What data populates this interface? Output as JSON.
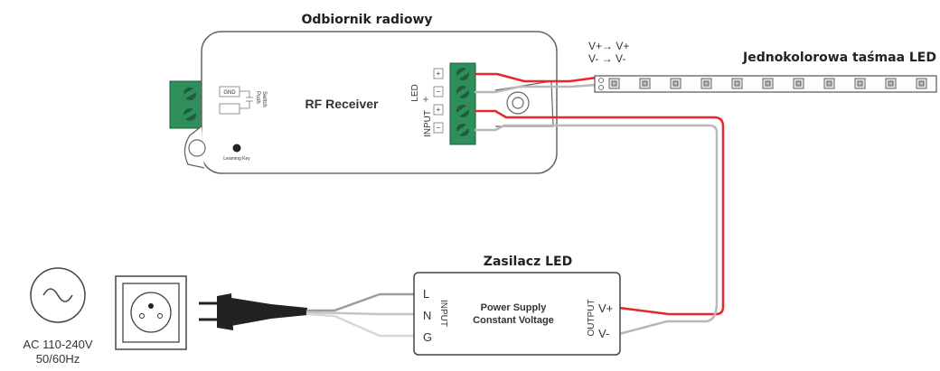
{
  "receiver": {
    "title": "Odbiornik radiowy",
    "device_label": "RF Receiver",
    "led_port": "LED",
    "input_port": "INPUT",
    "gnd": "GND",
    "push_switch_line1": "Push",
    "push_switch_line2": "Switch",
    "learning_key": "Learning Key"
  },
  "strip": {
    "title": "Jednokolorowa taśmaa LED",
    "mapping_pos": "V+→ V+",
    "mapping_neg": "V- → V-"
  },
  "psu": {
    "title": "Zasilacz LED",
    "line1": "Power Supply",
    "line2": "Constant Voltage",
    "input_label": "INPUT",
    "output_label": "OUTPUT",
    "terminal_l": "L",
    "terminal_n": "N",
    "terminal_g": "G",
    "out_pos": "V+",
    "out_neg": "V-"
  },
  "mains": {
    "voltage": "AC 110-240V",
    "frequency": "50/60Hz"
  },
  "colors": {
    "positive_wire": "#e8262d",
    "negative_wire": "#b8b8b8",
    "terminal_green": "#2f8f5b",
    "outline": "#555555"
  }
}
